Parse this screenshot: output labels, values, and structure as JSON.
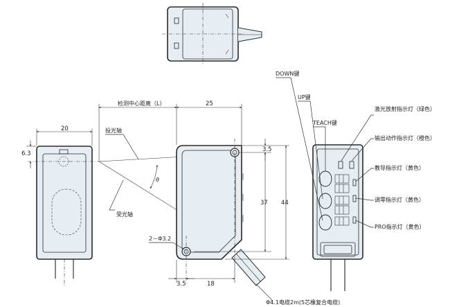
{
  "labels": {
    "down_key": "DOWN键",
    "up_key": "UP键",
    "teach_key": "TEACH键",
    "laser_indicator": "激光放射指示灯（绿色）",
    "output_indicator": "输出动作指示灯（橙色）",
    "teach_indicator": "教导指示灯（黄色）",
    "zero_indicator": "调零指示灯（黄色）",
    "pro_indicator": "PRO指示灯（黄色）",
    "emit_axis": "投光轴",
    "recv_axis": "受光轴",
    "detect_distance": "检测中心距离（L）",
    "angle": "θ",
    "cable": "Φ4.1电缆2m(5芯橡复合电缆)",
    "hole": "2－Φ3.2"
  },
  "dimensions": {
    "width_side": "20",
    "offset_side": "6.3",
    "width_front": "25",
    "hole_offset_top": "3.5",
    "pitch": "37",
    "height": "44",
    "hole_offset_bottom": "3.5",
    "bottom_span": "18"
  }
}
